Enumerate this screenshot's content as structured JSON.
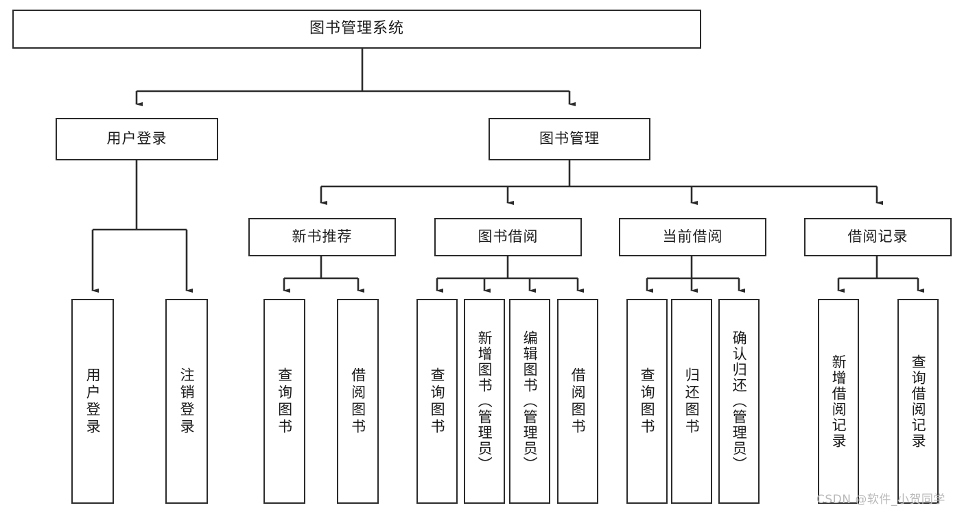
{
  "diagram": {
    "title": "图书管理系统",
    "type": "tree-hierarchy-chart",
    "root": {
      "label": "图书管理系统"
    },
    "level2": [
      {
        "label": "用户登录"
      },
      {
        "label": "图书管理"
      }
    ],
    "level3": [
      {
        "label": "新书推荐"
      },
      {
        "label": "图书借阅"
      },
      {
        "label": "当前借阅"
      },
      {
        "label": "借阅记录"
      }
    ],
    "leaves": {
      "user_login": [
        {
          "label": "用户登录"
        },
        {
          "label": "注销登录"
        }
      ],
      "new_book_recommend": [
        {
          "label": "查询图书"
        },
        {
          "label": "借阅图书"
        }
      ],
      "book_borrow": [
        {
          "label": "查询图书"
        },
        {
          "label": "新增图书（管理员）"
        },
        {
          "label": "编辑图书（管理员）"
        },
        {
          "label": "借阅图书"
        }
      ],
      "current_borrow": [
        {
          "label": "查询图书"
        },
        {
          "label": "归还图书"
        },
        {
          "label": "确认归还（管理员）"
        }
      ],
      "borrow_record": [
        {
          "label": "新增借阅记录"
        },
        {
          "label": "查询借阅记录"
        }
      ]
    }
  },
  "watermark": {
    "text": "CSDN @软件_小贺同学"
  },
  "colors": {
    "background": "#ffffff",
    "box_border": "#2b2b2b",
    "box_fill": "#ffffff",
    "edge": "#2b2b2b",
    "text": "#1a1a1a",
    "watermark": "#b9b9b9"
  }
}
